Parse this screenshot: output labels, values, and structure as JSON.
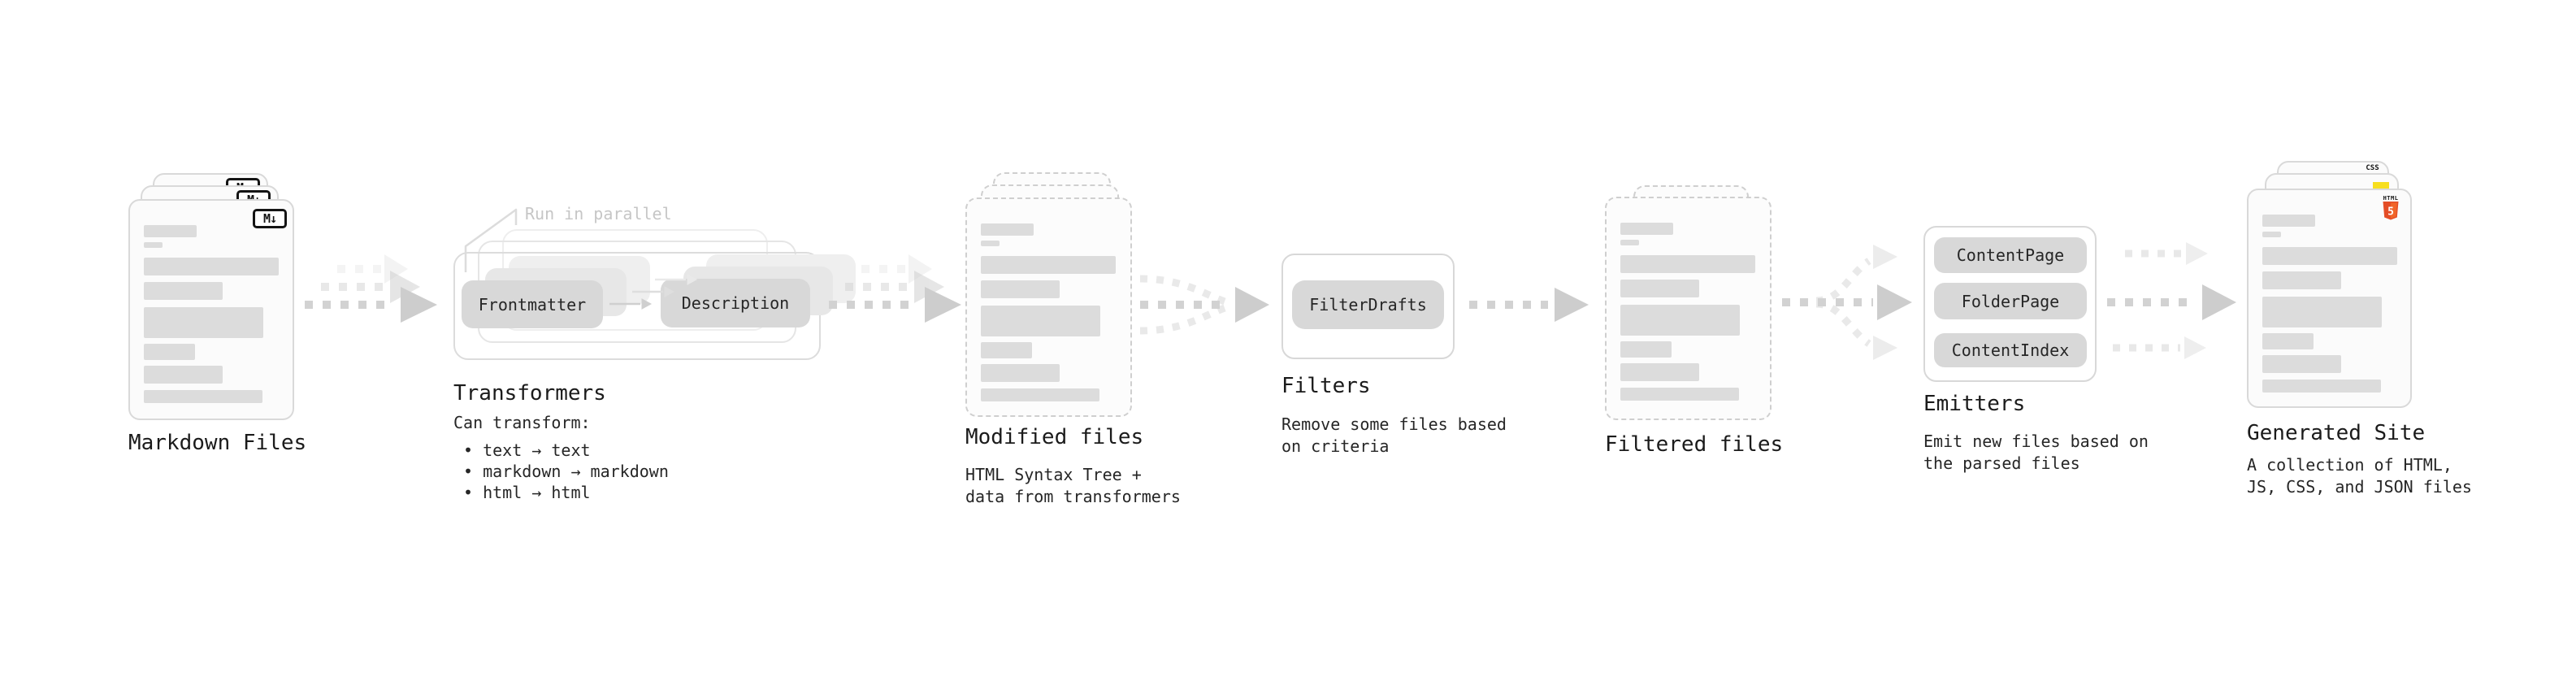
{
  "stages": {
    "markdown_files": {
      "label": "Markdown Files",
      "badge": "M↓"
    },
    "transformers": {
      "label": "Transformers",
      "annotation": "Run in parallel",
      "pill_frontmatter": "Frontmatter",
      "pill_description": "Description",
      "caption_title": "Can transform:",
      "bullets": [
        "• text → text",
        "• markdown → markdown",
        "• html → html"
      ]
    },
    "modified_files": {
      "label": "Modified files",
      "caption": "HTML Syntax Tree +\ndata from transformers"
    },
    "filters": {
      "label": "Filters",
      "pill": "FilterDrafts",
      "caption": "Remove some files based\non criteria"
    },
    "filtered_files": {
      "label": "Filtered files"
    },
    "emitters": {
      "label": "Emitters",
      "pills": [
        "ContentPage",
        "FolderPage",
        "ContentIndex"
      ],
      "caption": "Emit new files based on\nthe parsed files"
    },
    "generated_site": {
      "label": "Generated Site",
      "caption": "A collection of HTML,\nJS, CSS, and JSON files",
      "badge_css": "CSS",
      "badge_html": "HTML",
      "badge_html_number": "5"
    }
  },
  "colors": {
    "arrow": "#d2d2d2",
    "arrow_head": "#cdcdcd",
    "arrow_light": "#e9e9e9",
    "annotation_text": "#c6c6c6",
    "html5_orange": "#e44d26",
    "html5_orange_light": "#f16529",
    "js_yellow": "#f7df1e",
    "css_blue": "#2d65f0"
  }
}
